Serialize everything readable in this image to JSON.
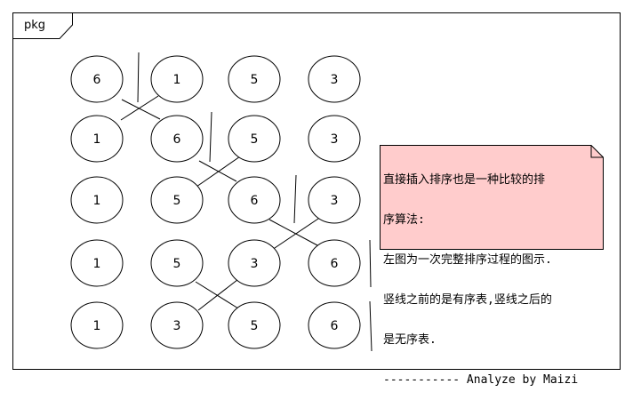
{
  "package": {
    "label": "pkg"
  },
  "rows": [
    [
      "6",
      "1",
      "5",
      "3"
    ],
    [
      "1",
      "6",
      "5",
      "3"
    ],
    [
      "1",
      "5",
      "6",
      "3"
    ],
    [
      "1",
      "5",
      "3",
      "6"
    ],
    [
      "1",
      "3",
      "5",
      "6"
    ]
  ],
  "note": {
    "lines": [
      "直接插入排序也是一种比较的排",
      "序算法:",
      "左图为一次完整排序过程的图示.",
      "竖线之前的是有序表,竖线之后的",
      "是无序表.",
      "----------- Analyze by Maizi"
    ],
    "fill": "#ffcccc"
  }
}
